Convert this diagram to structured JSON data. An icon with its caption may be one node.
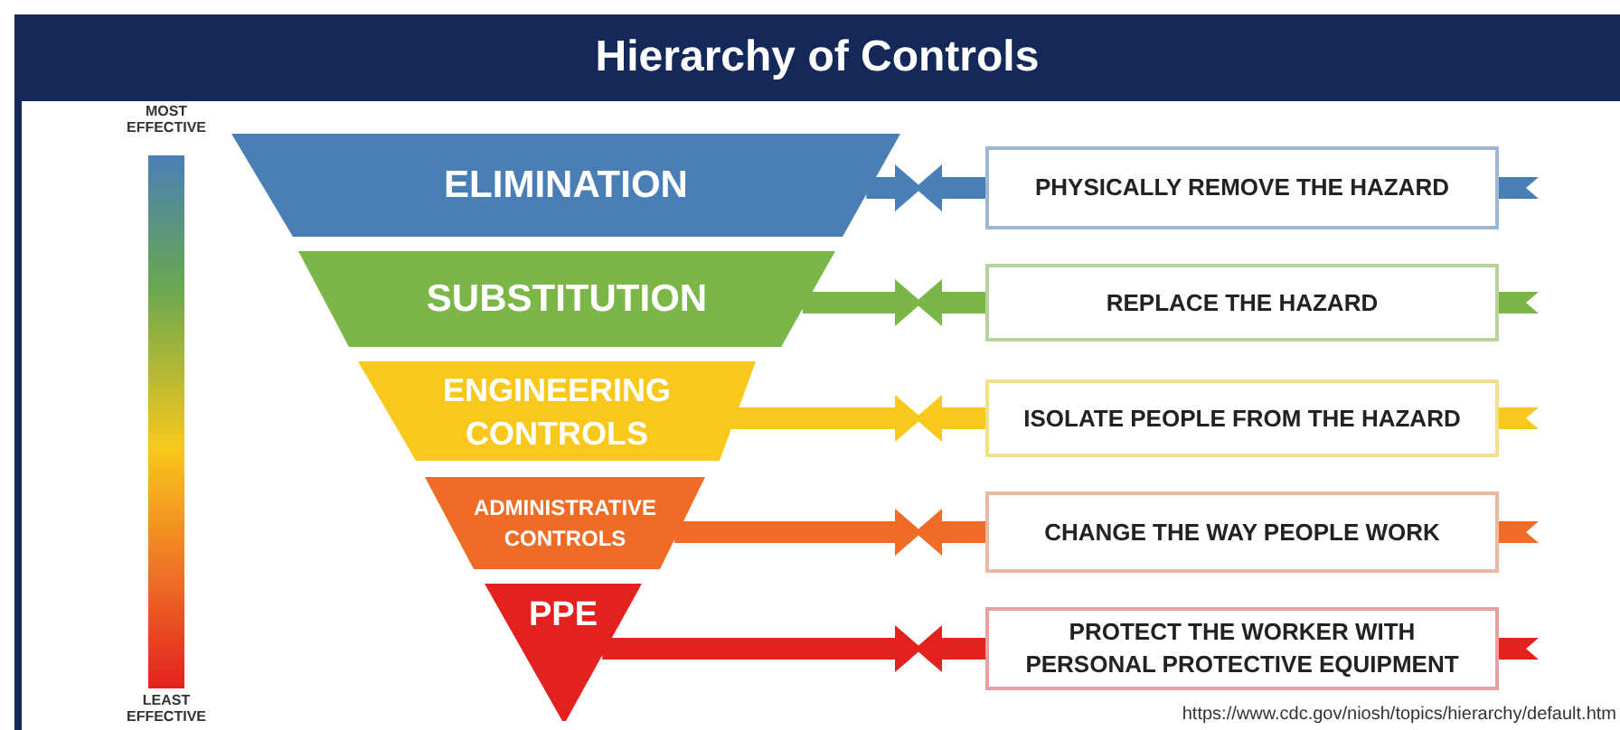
{
  "diagram": {
    "title": "Hierarchy of Controls",
    "nodes": [
      {
        "text": [
          "ELIMINATION"
        ]
      },
      {
        "text": [
          "SUBSTITUTION"
        ]
      },
      {
        "text": [
          "ENGINEERING CONTROLS"
        ]
      },
      {
        "text": [
          "ADMINISTRATIVE CONTROLS"
        ]
      },
      {
        "text": [
          "PPE"
        ]
      },
      {
        "text": [
          "PHYSICALLY REMOVE THE HAZARD"
        ]
      },
      {
        "text": [
          "REPLACE THE HAZARD"
        ]
      },
      {
        "text": [
          "ISOLATE PEOPLE FROM THE HAZARD"
        ]
      },
      {
        "text": [
          "CHANGE THE WAY PEOPLE WORK"
        ]
      },
      {
        "text": [
          "PROTECT THE WORKER WITH PERSONAL PROTECTIVE EQUIPMENT"
        ]
      },
      {
        "text": [
          "MOST EFFECTIVE",
          "LEAST EFFECTIVE"
        ]
      }
    ],
    "edges": [
      {
        "from": 0,
        "to": null,
        "arrow": "to",
        "color": "#4a7fb5"
      },
      {
        "from": 5,
        "to": null,
        "arrow": "to",
        "color": "#4a7fb5"
      },
      {
        "from": 1,
        "to": null,
        "arrow": "to",
        "color": "#7ab648"
      },
      {
        "from": 6,
        "to": null,
        "arrow": "to",
        "color": "#7ab648"
      },
      {
        "from": 2,
        "to": null,
        "arrow": "to",
        "color": "#f8c81c"
      },
      {
        "from": 7,
        "to": null,
        "arrow": "to",
        "color": "#f8c81c"
      },
      {
        "from": 3,
        "to": null,
        "arrow": "to",
        "color": "#ee6c25"
      },
      {
        "from": 8,
        "to": null,
        "arrow": "to",
        "color": "#ee6c25"
      },
      {
        "from": 4,
        "to": null,
        "arrow": "to",
        "color": "#e3211f"
      },
      {
        "from": 9,
        "to": null,
        "arrow": "to",
        "color": "#e3211f"
      }
    ],
    "labels": [
      "https://www.cdc.gov/niosh/topics/hierarchy/default.htm"
    ]
  }
}
